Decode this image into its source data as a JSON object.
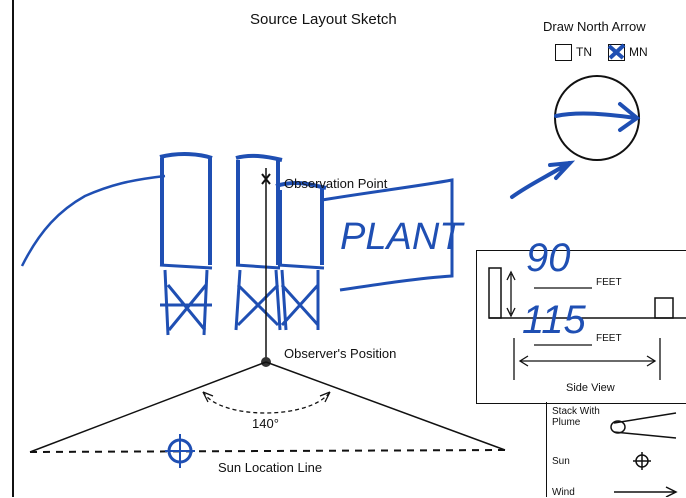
{
  "sketch": {
    "title": "Source Layout Sketch",
    "observation_point_label": "Observation Point",
    "observer_position_label": "Observer's Position",
    "angle_label": "140°",
    "sun_line_label": "Sun Location Line",
    "handwritten_plant": "PLANT"
  },
  "north_arrow": {
    "title": "Draw North Arrow",
    "options": [
      {
        "label": "TN",
        "checked": false
      },
      {
        "label": "MN",
        "checked": true
      }
    ]
  },
  "side_view": {
    "top_value": "90",
    "top_unit": "FEET",
    "bottom_value": "115",
    "bottom_unit": "FEET",
    "caption": "Side View"
  },
  "legend": {
    "items": [
      {
        "label": "Stack With Plume",
        "icon": "stack-plume-icon"
      },
      {
        "label": "Sun",
        "icon": "sun-crosshair-icon"
      },
      {
        "label": "Wind",
        "icon": "wind-arrow-icon"
      }
    ]
  },
  "colors": {
    "ink": "#1f4fb3",
    "print": "#111111"
  }
}
